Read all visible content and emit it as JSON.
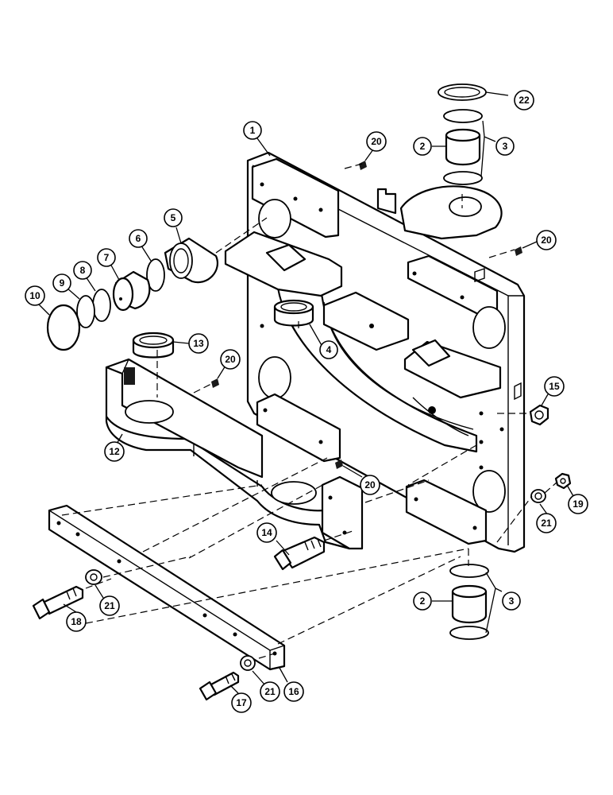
{
  "callouts": [
    {
      "id": "c1",
      "label": "1"
    },
    {
      "id": "c2a",
      "label": "2"
    },
    {
      "id": "c2b",
      "label": "2"
    },
    {
      "id": "c3a",
      "label": "3"
    },
    {
      "id": "c3b",
      "label": "3"
    },
    {
      "id": "c4",
      "label": "4"
    },
    {
      "id": "c5",
      "label": "5"
    },
    {
      "id": "c6",
      "label": "6"
    },
    {
      "id": "c7",
      "label": "7"
    },
    {
      "id": "c8",
      "label": "8"
    },
    {
      "id": "c9",
      "label": "9"
    },
    {
      "id": "c10",
      "label": "10"
    },
    {
      "id": "c12",
      "label": "12"
    },
    {
      "id": "c13",
      "label": "13"
    },
    {
      "id": "c14",
      "label": "14"
    },
    {
      "id": "c15",
      "label": "15"
    },
    {
      "id": "c16",
      "label": "16"
    },
    {
      "id": "c17",
      "label": "17"
    },
    {
      "id": "c18",
      "label": "18"
    },
    {
      "id": "c19",
      "label": "19"
    },
    {
      "id": "c20a",
      "label": "20"
    },
    {
      "id": "c20b",
      "label": "20"
    },
    {
      "id": "c20c",
      "label": "20"
    },
    {
      "id": "c20d",
      "label": "20"
    },
    {
      "id": "c21a",
      "label": "21"
    },
    {
      "id": "c21b",
      "label": "21"
    },
    {
      "id": "c21c",
      "label": "21"
    },
    {
      "id": "c22",
      "label": "22"
    }
  ]
}
